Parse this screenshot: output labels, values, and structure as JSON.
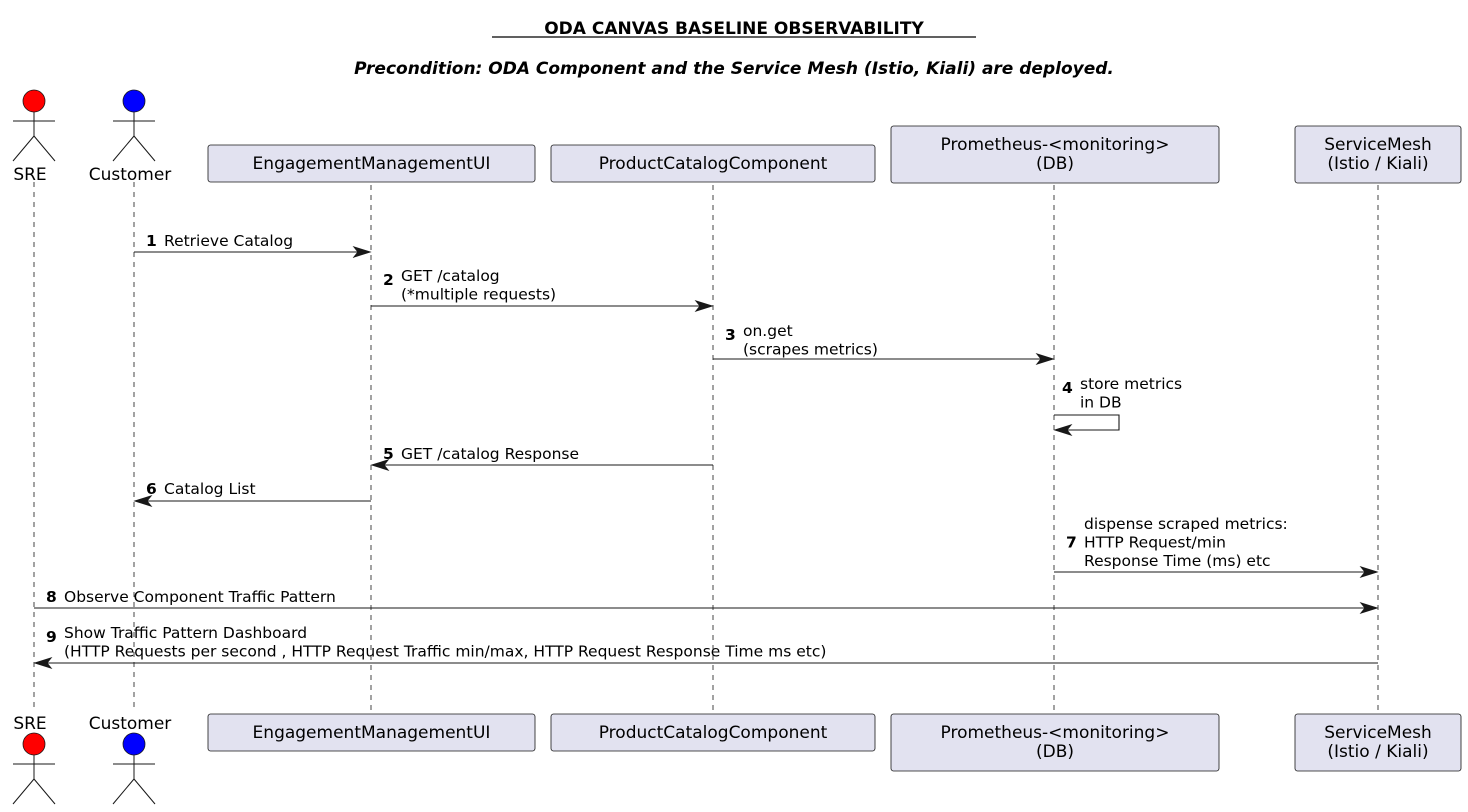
{
  "diagram": {
    "title": "ODA CANVAS BASELINE OBSERVABILITY",
    "precondition": "Precondition: ODA Component and the Service Mesh (Istio, Kiali) are deployed.",
    "colors": {
      "participant_fill": "#E2E2F0",
      "line": "#181818",
      "sre_actor": "#FF0000",
      "customer_actor": "#0000FF"
    },
    "actors": [
      {
        "id": "sre",
        "label": "SRE",
        "color": "#FF0000"
      },
      {
        "id": "customer",
        "label": "Customer",
        "color": "#0000FF"
      }
    ],
    "participants": [
      {
        "id": "ui",
        "lines": [
          "EngagementManagementUI"
        ]
      },
      {
        "id": "pc",
        "lines": [
          "ProductCatalogComponent"
        ]
      },
      {
        "id": "prom",
        "lines": [
          "Prometheus-<monitoring>",
          "(DB)"
        ]
      },
      {
        "id": "mesh",
        "lines": [
          "ServiceMesh",
          "(Istio / Kiali)"
        ]
      }
    ],
    "messages": [
      {
        "num": "1",
        "from": "customer",
        "to": "ui",
        "lines": [
          "Retrieve Catalog"
        ]
      },
      {
        "num": "2",
        "from": "ui",
        "to": "pc",
        "lines": [
          "GET /catalog",
          "(*multiple requests)"
        ]
      },
      {
        "num": "3",
        "from": "pc",
        "to": "prom",
        "lines": [
          "on.get",
          "(scrapes metrics)"
        ]
      },
      {
        "num": "4",
        "from": "prom",
        "to": "prom",
        "lines": [
          "store metrics",
          "in DB"
        ]
      },
      {
        "num": "5",
        "from": "pc",
        "to": "ui",
        "lines": [
          "GET /catalog Response"
        ]
      },
      {
        "num": "6",
        "from": "ui",
        "to": "customer",
        "lines": [
          "Catalog List"
        ]
      },
      {
        "num": "7",
        "from": "prom",
        "to": "mesh",
        "lines": [
          "dispense scraped metrics:",
          " HTTP Request/min",
          " Response Time (ms) etc"
        ]
      },
      {
        "num": "8",
        "from": "sre",
        "to": "mesh",
        "lines": [
          "Observe Component Traffic Pattern"
        ]
      },
      {
        "num": "9",
        "from": "mesh",
        "to": "sre",
        "lines": [
          "Show Traffic Pattern Dashboard",
          " (HTTP Requests per second , HTTP Request Traffic  min/max, HTTP Request Response Time ms etc)"
        ]
      }
    ]
  }
}
